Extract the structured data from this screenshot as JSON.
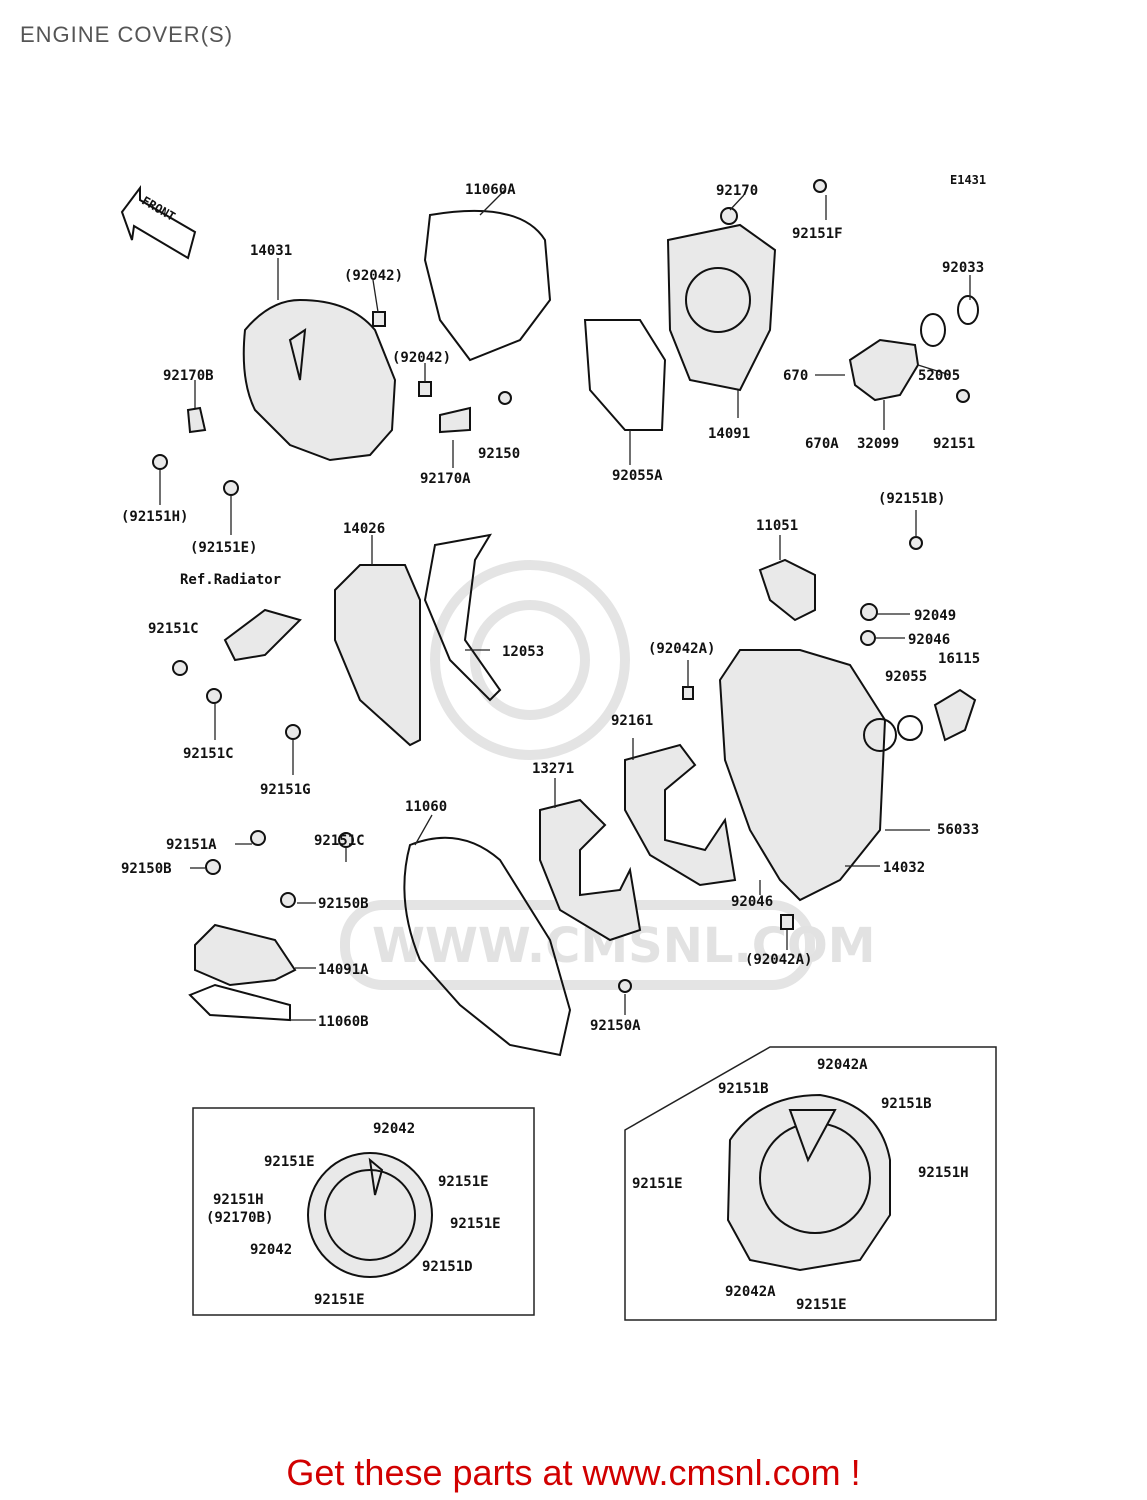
{
  "title": "ENGINE COVER(S)",
  "diagram_code": "E1431",
  "front_label": "FRONT",
  "ref_note": "Ref.Radiator",
  "watermark": "WWW.CMSNL.COM",
  "footer": "Get these parts at www.cmsnl.com !",
  "labels": {
    "p11060A": "11060A",
    "p92170": "92170",
    "p92151F": "92151F",
    "p92033": "92033",
    "p14031": "14031",
    "p92042_a": "(92042)",
    "p92042_b": "(92042)",
    "p92170B": "92170B",
    "p92150": "92150",
    "p92170A": "92170A",
    "p92055A": "92055A",
    "p14091": "14091",
    "p670": "670",
    "p52005": "52005",
    "p670A": "670A",
    "p32099": "32099",
    "p92151": "92151",
    "p92151H_p": "(92151H)",
    "p92151E_p": "(92151E)",
    "p92151B_p": "(92151B)",
    "p14026": "14026",
    "p11051": "11051",
    "p92049": "92049",
    "p92046_a": "92046",
    "p92151C_a": "92151C",
    "p12053": "12053",
    "p92042A_a": "(92042A)",
    "p16115": "16115",
    "p92055": "92055",
    "p92151C_b": "92151C",
    "p92161": "92161",
    "p92151G": "92151G",
    "p13271": "13271",
    "p92151C_c": "92151C",
    "p11060": "11060",
    "p56033": "56033",
    "p92151A": "92151A",
    "p14032": "14032",
    "p92150B_a": "92150B",
    "p92046_b": "92046",
    "p92150B_b": "92150B",
    "p14091A": "14091A",
    "p92042A_b": "(92042A)",
    "p11060B": "11060B",
    "p92150A": "92150A",
    "i1_92042_top": "92042",
    "i1_92151E_l": "92151E",
    "i1_92151E_r1": "92151E",
    "i1_92151H": "92151H",
    "i1_92170B": "(92170B)",
    "i1_92151E_r2": "92151E",
    "i1_92042_l": "92042",
    "i1_92151D": "92151D",
    "i1_92151E_b": "92151E",
    "i2_92042A_t": "92042A",
    "i2_92151B_l": "92151B",
    "i2_92151B_r": "92151B",
    "i2_92151E_l": "92151E",
    "i2_92151H": "92151H",
    "i2_92042A_b": "92042A",
    "i2_92151E_b": "92151E"
  }
}
